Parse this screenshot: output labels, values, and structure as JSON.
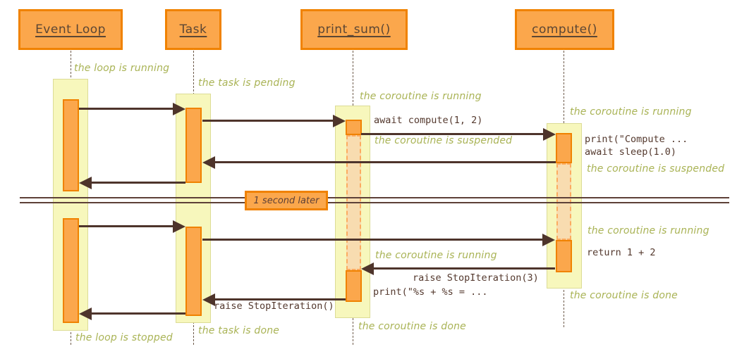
{
  "participants": [
    {
      "label": "Event Loop"
    },
    {
      "label": "Task"
    },
    {
      "label": "print_sum()"
    },
    {
      "label": "compute()"
    }
  ],
  "divider": {
    "label": "1 second later"
  },
  "annotations": {
    "loop_running": "the loop is running",
    "task_pending": "the task is pending",
    "ps_running1": "the coroutine is running",
    "c_running1": "the coroutine is running",
    "ps_suspended": "the coroutine is suspended",
    "c_suspended": "the coroutine is suspended",
    "c_running2": "the coroutine is running",
    "ps_running2": "the coroutine is running",
    "c_done": "the coroutine is done",
    "ps_done": "the coroutine is done",
    "task_done": "the task is done",
    "loop_stopped": "the loop is stopped"
  },
  "messages": {
    "await_compute": "await compute(1, 2)",
    "print_compute": "print(\"Compute ...",
    "await_sleep": "await sleep(1.0)",
    "return12": "return 1 + 2",
    "raise_stop3": "raise StopIteration(3)",
    "print_fmt": "print(\"%s + %s = ...",
    "raise_stop": "raise StopIteration()"
  },
  "colors": {
    "box_fill": "#FBA74C",
    "box_border": "#F08200",
    "band_fill": "#F7F7BC",
    "band_border": "#DCDC96",
    "suspended_fill": "#F8DCB0",
    "suspended_border": "#FCAB61",
    "arrow": "#4E342B",
    "annotation_green": "#A9B355",
    "text_dark": "#54392E"
  }
}
